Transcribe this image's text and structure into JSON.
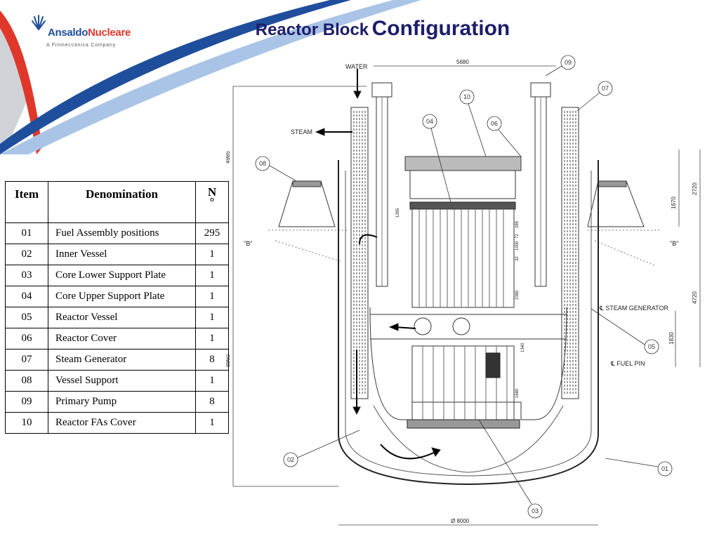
{
  "brand": {
    "name_part1": "Ansaldo",
    "name_part2": "Nucleare",
    "subtitle": "A Finmeccanica Company",
    "colors": {
      "blue": "#1f4e9c",
      "red": "#e0372b",
      "title": "#1d1d6b"
    }
  },
  "title": {
    "part1": "Reactor Block",
    "part2": "Configuration"
  },
  "table": {
    "headers": {
      "item": "Item",
      "denomination": "Denomination",
      "n1": "N",
      "n2": "°"
    },
    "rows": [
      {
        "item": "01",
        "denomination": "Fuel Assembly positions",
        "n": "295"
      },
      {
        "item": "02",
        "denomination": "Inner Vessel",
        "n": "1"
      },
      {
        "item": "03",
        "denomination": "Core Lower Support Plate",
        "n": "1"
      },
      {
        "item": "04",
        "denomination": "Core Upper Support Plate",
        "n": "1"
      },
      {
        "item": "05",
        "denomination": "Reactor Vessel",
        "n": "1"
      },
      {
        "item": "06",
        "denomination": "Reactor Cover",
        "n": "1"
      },
      {
        "item": "07",
        "denomination": "Steam Generator",
        "n": "8"
      },
      {
        "item": "08",
        "denomination": "Vessel Support",
        "n": "1"
      },
      {
        "item": "09",
        "denomination": "Primary Pump",
        "n": "8"
      },
      {
        "item": "10",
        "denomination": "Reactor FAs Cover",
        "n": "1"
      }
    ]
  },
  "drawing": {
    "labels": {
      "water": "WATER",
      "steam": "STEAM",
      "steam_generator": "℄ STEAM GENERATOR",
      "fuel_pin": "℄ FUEL PIN",
      "section_b_left": "\"B\"",
      "section_b_right": "\"B\""
    },
    "dimensions": {
      "d5680": "5680",
      "d4985": "4985",
      "d8860": "8860",
      "d2720": "2720",
      "d1670": "1670",
      "d4720": "4720",
      "d1830": "1830",
      "d8000": "Ø 8000",
      "d1265": "1265",
      "d1000": "1000",
      "d2380": "2380",
      "d1340": "1340",
      "d1680": "1680",
      "d32": "32",
      "d285": "285",
      "d72": "72"
    },
    "callouts": [
      "01",
      "02",
      "03",
      "04",
      "05",
      "06",
      "07",
      "08",
      "09",
      "10"
    ]
  }
}
